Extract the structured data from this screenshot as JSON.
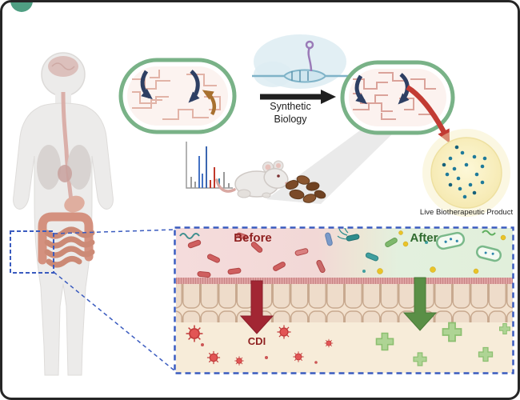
{
  "figure": {
    "process": {
      "arrow_label": "Synthetic Biology"
    },
    "product": {
      "label": "Live Biotherapeutic Product"
    },
    "panel": {
      "before_label": "Before",
      "after_label": "After",
      "cdi_label": "CDI"
    },
    "colors": {
      "cell_outline_green": "#79b287",
      "dna_arrow_navy": "#2e3f63",
      "accent_red": "#c23b33",
      "before_text_red": "#8e1f1f",
      "after_text_green": "#2f6b2f",
      "panel_dash_blue": "#3a5bbf",
      "product_yellow": "#f5e8ae",
      "product_dot_teal": "#1f7a9a",
      "before_bg_pink": "#f5dcdc",
      "after_bg_green": "#e1efdb"
    },
    "icons": {
      "human-body-icon": "human silhouette with GI tract",
      "roi-box-icon": "dashed region-of-interest box",
      "engineered-bacterium-icon": "capsule cell with genetic circuit",
      "plasmid-construct-icon": "DNA line with hairpin loop",
      "chromatogram-icon": "analytical peaks chart",
      "mouse-icon": "laboratory mouse",
      "feces-icon": "fecal pellets",
      "lbp-capsule-icon": "yellow sphere with microbe dots",
      "virus-icon": "spiked red sphere",
      "plus-icon": "green health cross",
      "epithelium-icon": "intestinal epithelial cell layer"
    }
  }
}
